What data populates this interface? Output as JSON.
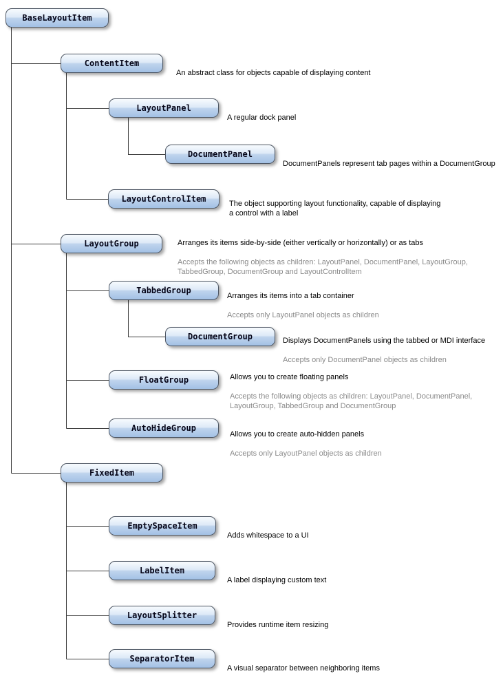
{
  "nodes": {
    "base_layout_item": {
      "label": "BaseLayoutItem"
    },
    "content_item": {
      "label": "ContentItem",
      "desc": "An abstract class for objects capable of displaying content"
    },
    "layout_panel": {
      "label": "LayoutPanel",
      "desc": "A regular dock panel"
    },
    "document_panel": {
      "label": "DocumentPanel",
      "desc": "DocumentPanels represent tab pages within a DocumentGroup"
    },
    "layout_control_item": {
      "label": "LayoutControlItem",
      "desc": "The object supporting layout functionality, capable of displaying\na control with a label"
    },
    "layout_group": {
      "label": "LayoutGroup",
      "desc": "Arranges its items side-by-side (either vertically or horizontally) or as tabs",
      "note": "Accepts the following objects as children: LayoutPanel, DocumentPanel, LayoutGroup,\nTabbedGroup, DocumentGroup and LayoutControlItem"
    },
    "tabbed_group": {
      "label": "TabbedGroup",
      "desc": "Arranges its items into a tab container",
      "note": "Accepts only LayoutPanel objects as children"
    },
    "document_group": {
      "label": "DocumentGroup",
      "desc": "Displays DocumentPanels using the tabbed or MDI interface",
      "note": "Accepts only DocumentPanel objects as children"
    },
    "float_group": {
      "label": "FloatGroup",
      "desc": "Allows you to create floating panels",
      "note": "Accepts the following objects as children: LayoutPanel, DocumentPanel,\nLayoutGroup, TabbedGroup and DocumentGroup"
    },
    "auto_hide_group": {
      "label": "AutoHideGroup",
      "desc": "Allows you to create auto-hidden panels",
      "note": "Accepts only LayoutPanel objects as children"
    },
    "fixed_item": {
      "label": "FixedItem"
    },
    "empty_space_item": {
      "label": "EmptySpaceItem",
      "desc": "Adds whitespace to a UI"
    },
    "label_item": {
      "label": "LabelItem",
      "desc": "A label displaying custom text"
    },
    "layout_splitter": {
      "label": "LayoutSplitter",
      "desc": "Provides runtime item resizing"
    },
    "separator_item": {
      "label": "SeparatorItem",
      "desc": "A visual separator between neighboring items"
    }
  }
}
